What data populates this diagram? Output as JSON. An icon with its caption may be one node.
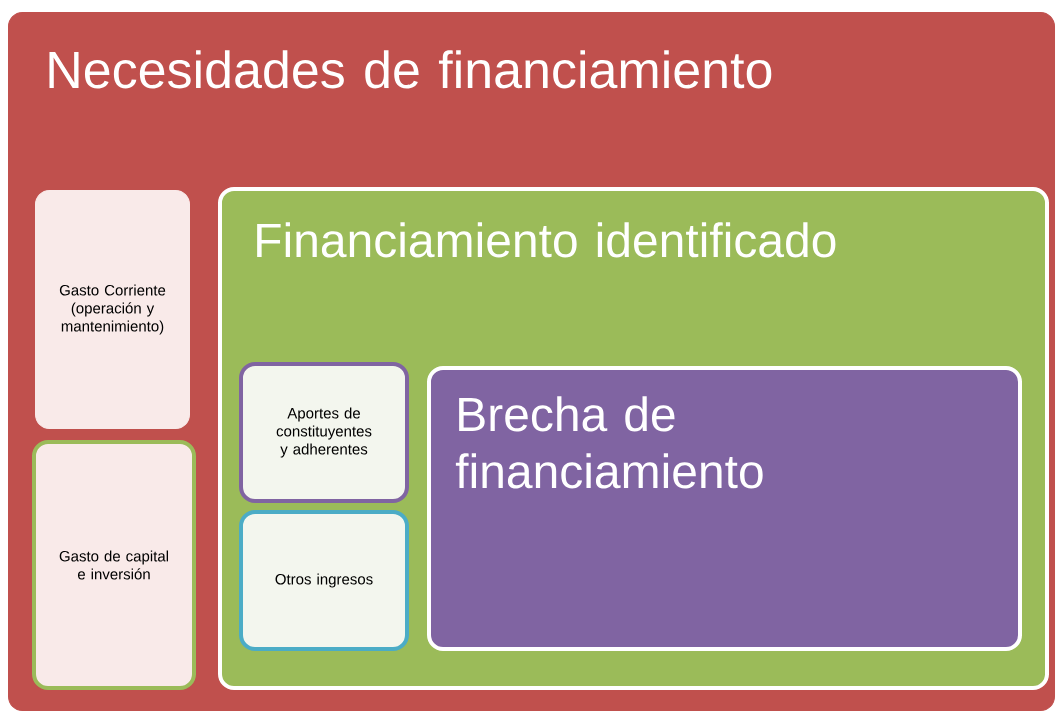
{
  "diagram": {
    "nodes": [
      {
        "text": [
          "Necesidades de financiamiento"
        ]
      },
      {
        "text": [
          "Gasto Corriente (operación y mantenimiento)"
        ],
        "in": 0
      },
      {
        "text": [
          "Gasto de capital e inversión"
        ],
        "in": 0
      },
      {
        "text": [
          "Financiamiento identificado"
        ],
        "in": 0
      },
      {
        "text": [
          "Aportes de constituyentes y adherentes"
        ],
        "in": 3
      },
      {
        "text": [
          "Otros ingresos"
        ],
        "in": 3
      },
      {
        "text": [
          "Brecha de financiamiento"
        ],
        "in": 3
      }
    ]
  }
}
